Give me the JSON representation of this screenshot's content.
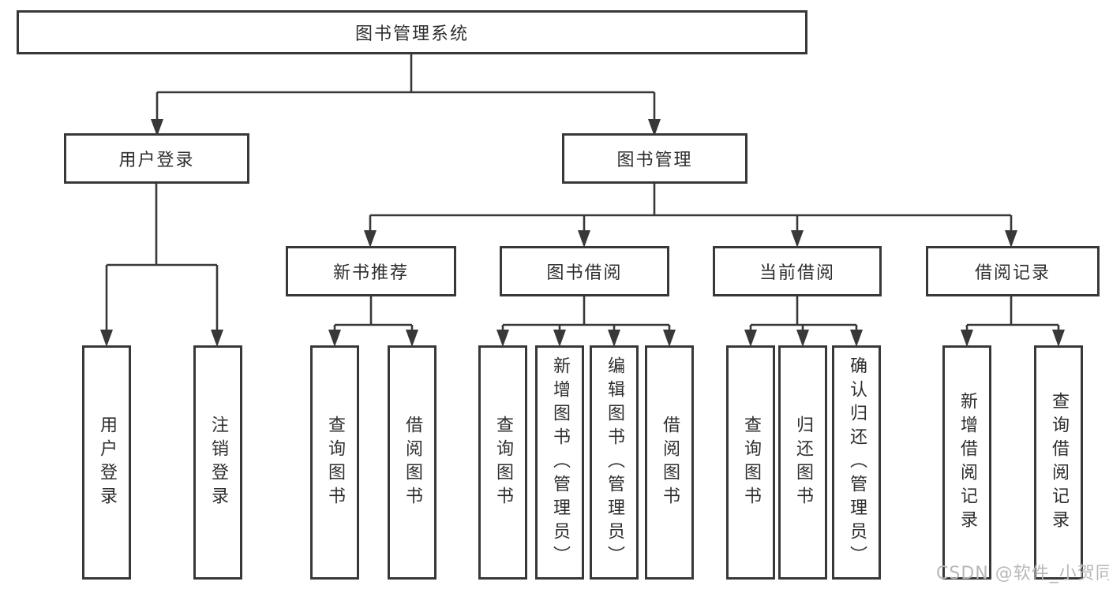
{
  "diagram": {
    "root": {
      "label": "图书管理系统"
    },
    "branches": [
      {
        "label": "用户登录",
        "children": [
          "用户登录",
          "注销登录"
        ]
      },
      {
        "label": "图书管理",
        "modules": [
          {
            "label": "新书推荐",
            "children": [
              "查询图书",
              "借阅图书"
            ]
          },
          {
            "label": "图书借阅",
            "children": [
              "查询图书",
              "新增图书（管理员）",
              "编辑图书（管理员）",
              "借阅图书"
            ]
          },
          {
            "label": "当前借阅",
            "children": [
              "查询图书",
              "归还图书",
              "确认归还（管理员）"
            ]
          },
          {
            "label": "借阅记录",
            "children": [
              "新增借阅记录",
              "查询借阅记录"
            ]
          }
        ]
      }
    ]
  },
  "watermark": {
    "text": "CSDN @软件_小贺同学"
  },
  "colors": {
    "line": "#383838",
    "text": "#2e2e2e",
    "watermark": "#b8b8b8",
    "background": "#ffffff"
  }
}
